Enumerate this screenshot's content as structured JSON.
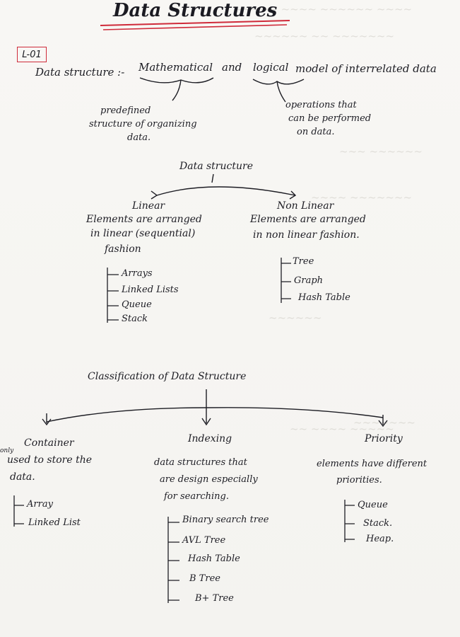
{
  "title": "Data Structures",
  "lecture_label": "L-01",
  "definition": {
    "term": "Data structure :-",
    "phrase_part1": "Mathematical",
    "phrase_and": "and",
    "phrase_part2": "logical",
    "phrase_rest": "model of interrelated data",
    "left_note": [
      "predefined",
      "structure of organizing",
      "data."
    ],
    "right_note": [
      "operations that",
      "can be performed",
      "on data."
    ]
  },
  "types": {
    "root": "Data structure",
    "linear": {
      "title": "Linear",
      "desc": [
        "Elements are arranged",
        "in linear (sequential)",
        "fashion"
      ],
      "items": [
        "Arrays",
        "Linked Lists",
        "Queue",
        "Stack"
      ]
    },
    "nonlinear": {
      "title": "Non Linear",
      "desc": [
        "Elements are arranged",
        "in non linear fashion."
      ],
      "items": [
        "Tree",
        "Graph",
        "Hash Table"
      ]
    }
  },
  "classification": {
    "root": "Classification of Data Structure",
    "container": {
      "title": "Container",
      "prefix": "only",
      "desc": [
        "used to store the",
        "data."
      ],
      "items": [
        "Array",
        "Linked List"
      ]
    },
    "indexing": {
      "title": "Indexing",
      "desc": [
        "data structures that",
        "are design especially",
        "for searching."
      ],
      "items": [
        "Binary search tree",
        "AVL  Tree",
        "Hash Table",
        "B Tree",
        "B+ Tree"
      ]
    },
    "priority": {
      "title": "Priority",
      "desc": [
        "elements have different",
        "priorities."
      ],
      "items": [
        "Queue",
        "Stack.",
        "Heap."
      ]
    }
  },
  "colors": {
    "ink": "#1d1d24",
    "accent": "#cf2b3a",
    "bleed": "#ccc9c2"
  }
}
